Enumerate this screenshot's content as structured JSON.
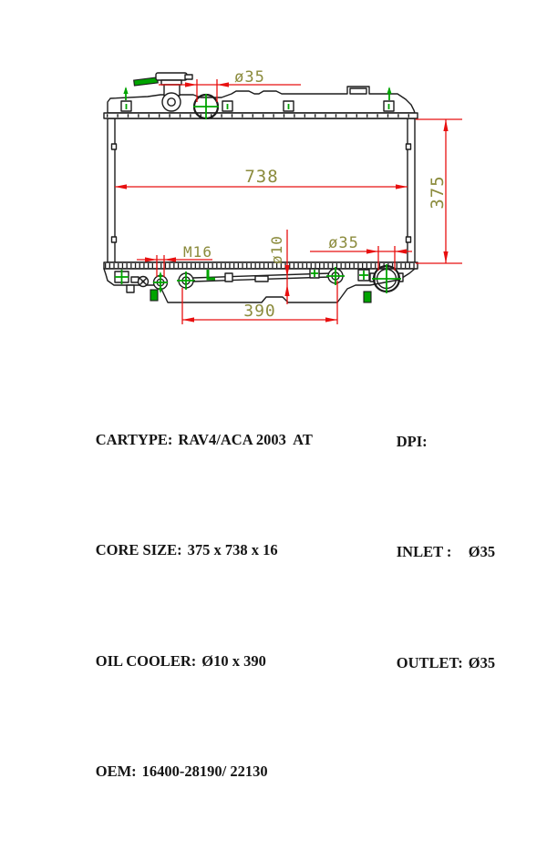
{
  "drawing": {
    "labels": {
      "inlet_diameter": "ø35",
      "core_width": "738",
      "core_height": "375",
      "drain_thread": "M16",
      "oil_cooler_diameter": "ø10",
      "outlet_diameter": "ø35",
      "oil_cooler_length": "390"
    },
    "colors": {
      "outline": "#1c1c1c",
      "dimension_line": "#e81010",
      "dimension_text": "#8b8b3c",
      "marker": "#00a400"
    }
  },
  "spec": {
    "left": [
      {
        "label": "CARTYPE:",
        "value": "RAV4/ACA 2003  AT"
      },
      {
        "label": "CORE SIZE:",
        "value": "375 x 738 x 16"
      },
      {
        "label": "OIL COOLER:",
        "value": "Ø10 x 390"
      },
      {
        "label": "OEM:",
        "value": "16400-28190/ 22130"
      }
    ],
    "right": [
      {
        "label": "DPI:",
        "value": ""
      },
      {
        "label": "INLET :",
        "value": "Ø35"
      },
      {
        "label": "OUTLET:",
        "value": "Ø35"
      }
    ]
  }
}
